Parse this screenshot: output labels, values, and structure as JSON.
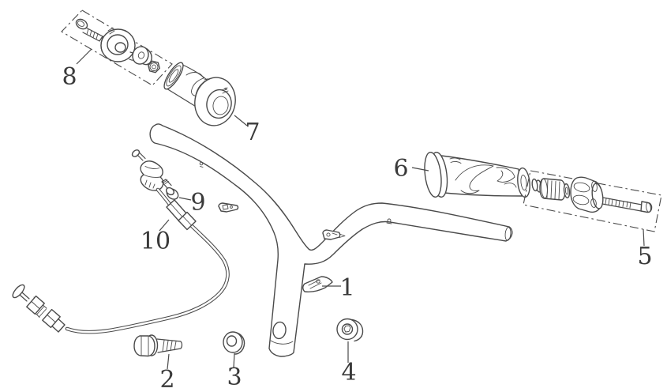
{
  "style": {
    "background": "#ffffff",
    "line_color": "#4a4a4a",
    "label_color": "#3a3a3a",
    "assembly_box_style": "dash-dot"
  },
  "callouts": [
    {
      "text": "1"
    },
    {
      "text": "2"
    },
    {
      "text": "3"
    },
    {
      "text": "4"
    },
    {
      "text": "5"
    },
    {
      "text": "6"
    },
    {
      "text": "7"
    },
    {
      "text": "8"
    },
    {
      "text": "9"
    },
    {
      "text": "10"
    }
  ]
}
